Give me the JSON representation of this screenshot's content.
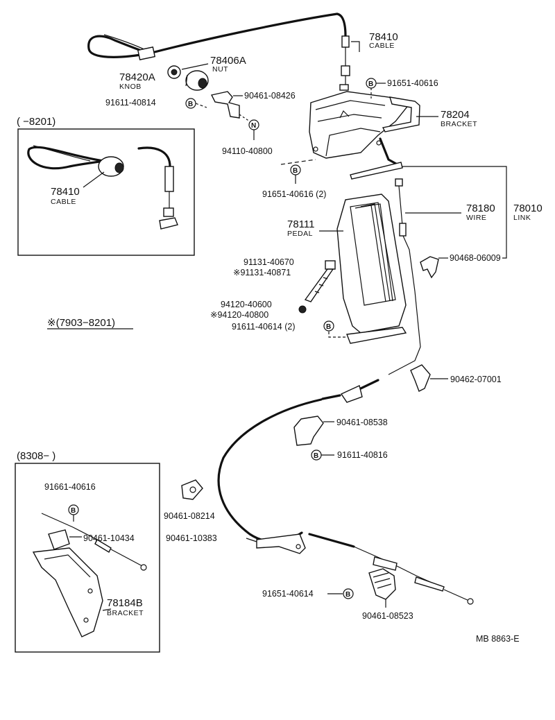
{
  "labels": {
    "cable_top_num": "78410",
    "cable_top_name": "CABLE",
    "nut_num": "78406A",
    "nut_name": "NUT",
    "knob_num": "78420A",
    "knob_name": "KNOB",
    "p90461_08426": "90461-08426",
    "p91611_40814": "91611-40814",
    "p91651_40616_top": "91651-40616",
    "bracket_num": "78204",
    "bracket_name": "BRACKET",
    "p94110_40800": "94110-40800",
    "p91651_40616_2": "91651-40616 (2)",
    "wire_num": "78180",
    "wire_name": "WIRE",
    "link_num": "78010",
    "link_name": "LINK",
    "pedal_num": "78111",
    "pedal_name": "PEDAL",
    "p90468_06009": "90468-06009",
    "p91131_40670": "91131-40670",
    "p91131_40871": "※91131-40871",
    "p94120_40600": "94120-40600",
    "p94120_40800": "※94120-40800",
    "p91611_40614_2": "91611-40614 (2)",
    "p90462_07001": "90462-07001",
    "p90461_08538": "90461-08538",
    "p91611_40816": "91611-40816",
    "p90461_08214": "90461-08214",
    "p90461_10383": "90461-10383",
    "p91651_40614": "91651-40614",
    "p90461_08523": "90461-08523",
    "footer_code": "MB  8863-E",
    "note_range": "※(7903−8201)"
  },
  "inset_top": {
    "range": "(        −8201)",
    "cable_num": "78410",
    "cable_name": "CABLE"
  },
  "inset_bottom": {
    "range": "(8308−          )",
    "p91661_40616": "91661-40616",
    "p90461_10434": "90461-10434",
    "bracket_num": "78184B",
    "bracket_name": "BRACKET"
  },
  "callouts": {
    "bolt_b": "B",
    "nut_n": "N"
  }
}
